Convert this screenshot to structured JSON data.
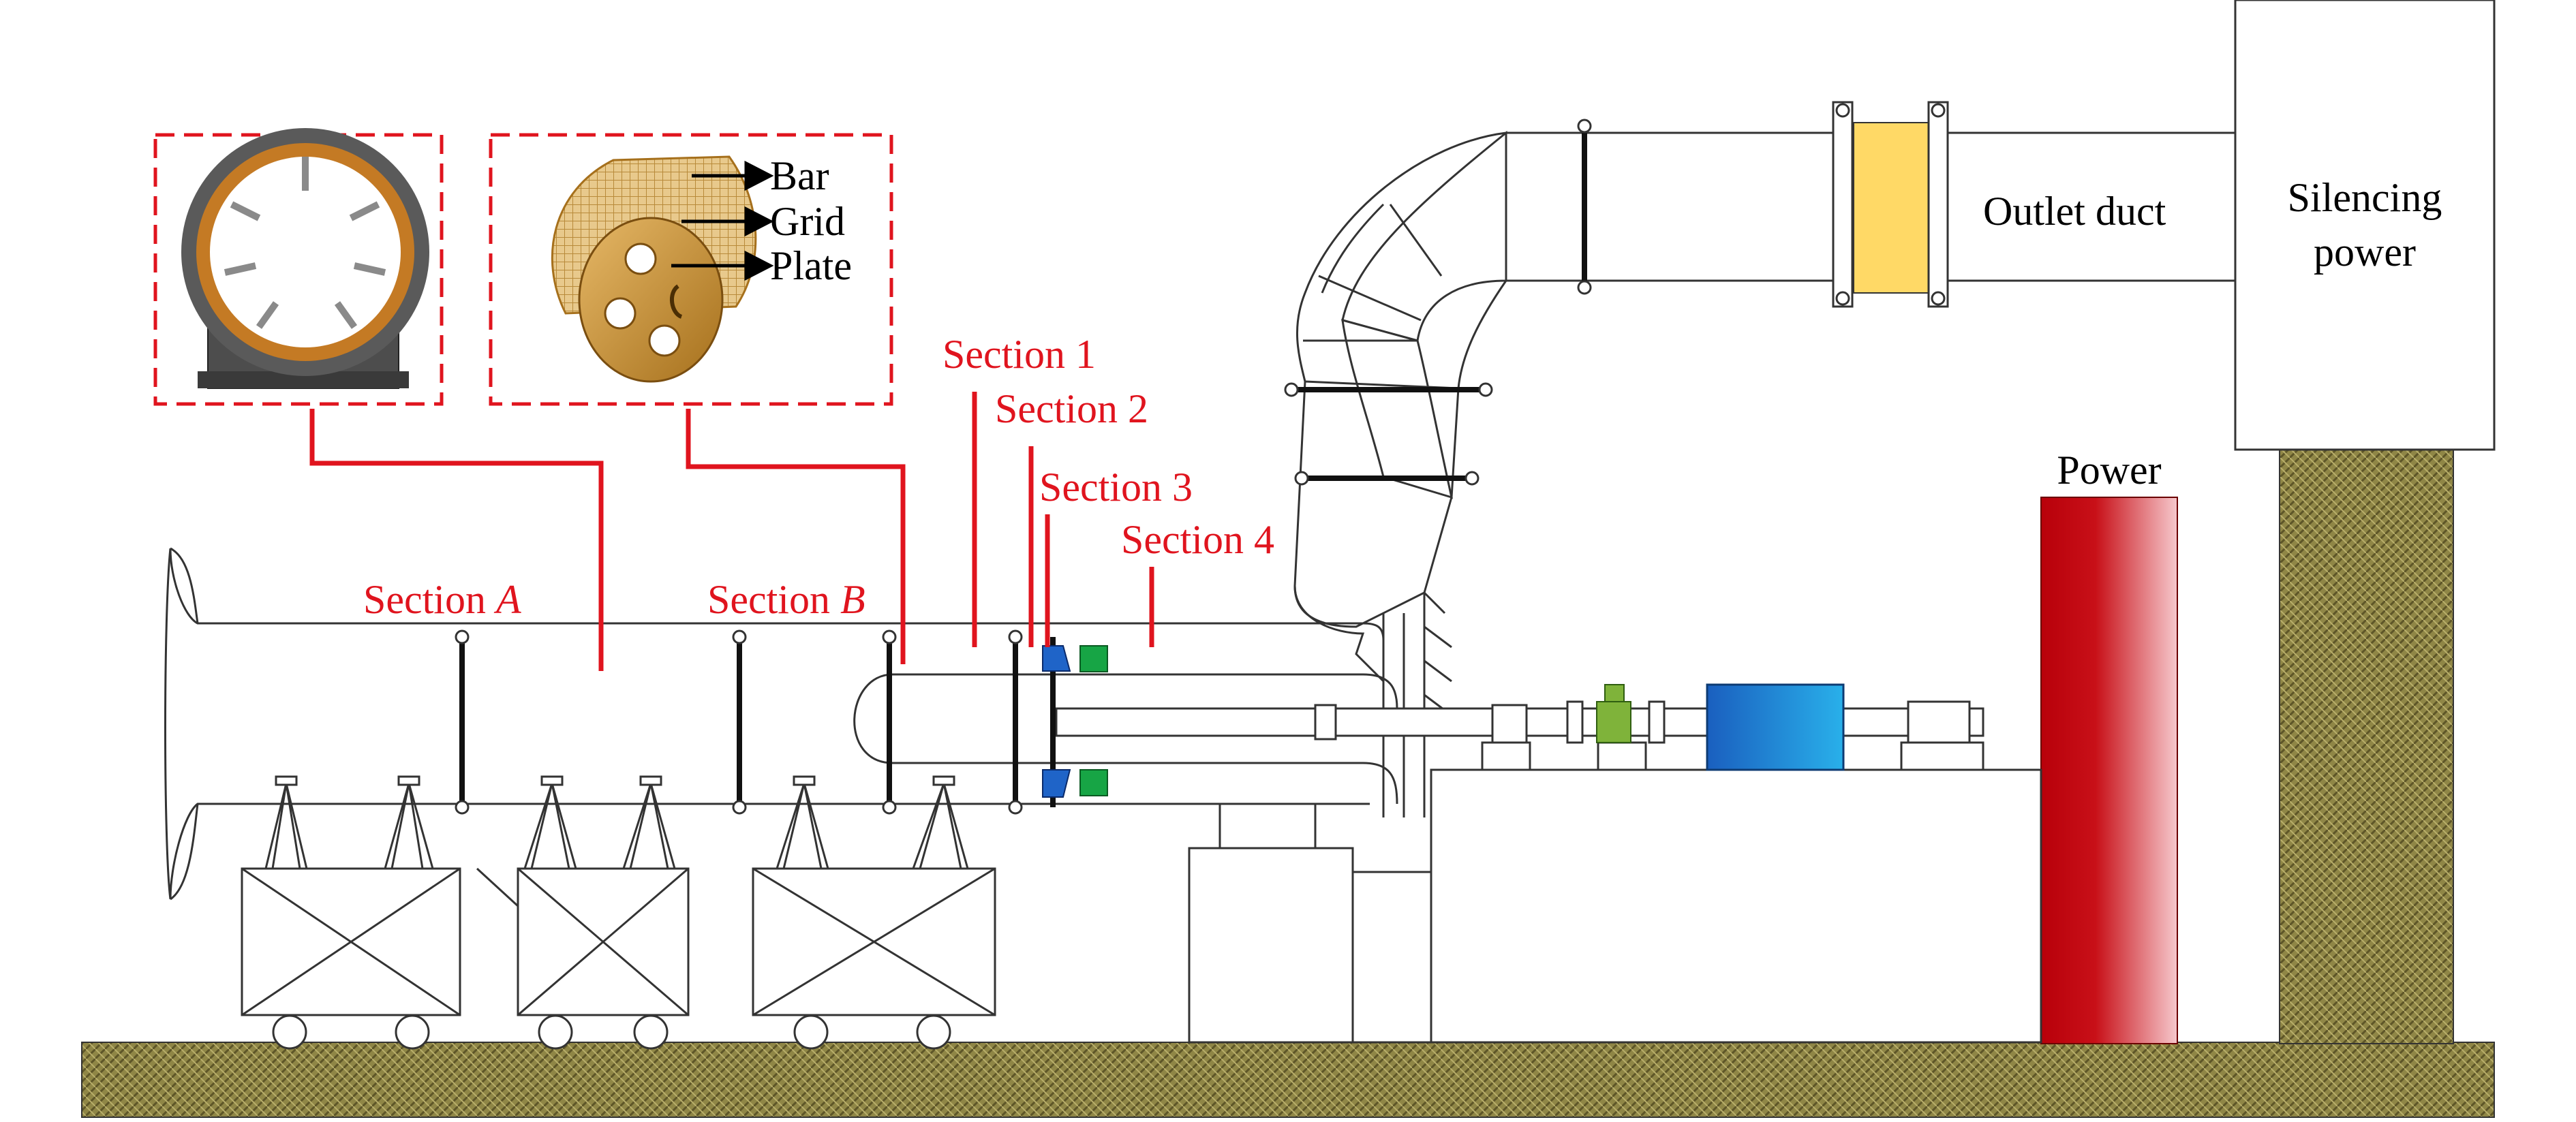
{
  "labels": {
    "section_a_prefix": "Section ",
    "section_a_letter": "A",
    "section_b_prefix": "Section ",
    "section_b_letter": "B",
    "section_1": "Section 1",
    "section_2": "Section 2",
    "section_3": "Section 3",
    "section_4": "Section 4",
    "bar": "Bar",
    "grid": "Grid",
    "plate": "Plate",
    "outlet_duct": "Outlet duct",
    "silencing_line1": "Silencing",
    "silencing_line2": "power",
    "power": "Power"
  },
  "colors": {
    "leader_red": "#e0141e",
    "ground_olive": "#8f8646",
    "power_red": "#c0000a",
    "motor_blue": "#1f86d6",
    "ring_blue": "#1f64c8",
    "ring_green": "#17a545",
    "coupling_green": "#7fb33a",
    "filter_yellow": "#ffd966",
    "bronze": "#c98f2e"
  }
}
